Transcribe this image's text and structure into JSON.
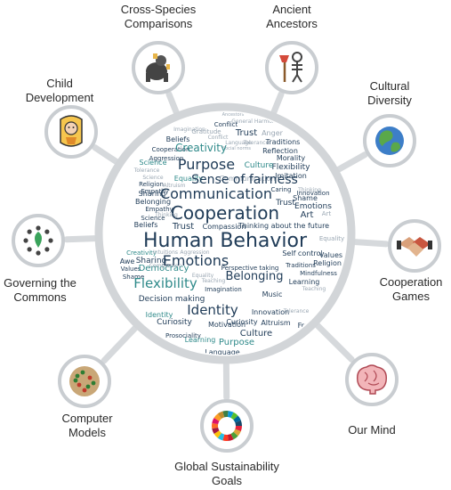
{
  "hub": {
    "center_word": "Human Behavior",
    "words": [
      "Ancestors",
      "General Harmon",
      "Morality",
      "Conflict",
      "Gratitude",
      "Trust",
      "Anger",
      "Imagination",
      "Beliefs",
      "Conflict",
      "Tolerance",
      "Language",
      "Social norms",
      "Traditions",
      "Reflection",
      "Cooperation",
      "Creativity",
      "Aggression",
      "Morality",
      "Flexibility",
      "Science",
      "Culture",
      "Imitation",
      "Tolerance",
      "Purpose",
      "Science",
      "Equality",
      "Communication",
      "Religion",
      "Altruism",
      "Empathy",
      "Sense of fairness",
      "Caring",
      "Thinking",
      "Shame",
      "Innovation",
      "Sharing",
      "Communication",
      "Emotions",
      "Belonging",
      "Cooperation",
      "Trust",
      "Empathy",
      "Art",
      "Thinking",
      "Art",
      "Science",
      "Compassion",
      "Beliefs",
      "Trust",
      "Thinking about the future",
      "Equality",
      "Human Behavior",
      "Creativity",
      "Intuitions",
      "Aggression",
      "Self control",
      "Awe",
      "Emotions",
      "Values",
      "Values",
      "Sharing",
      "Democracy",
      "Traditions",
      "Religion",
      "Shame",
      "Compassion",
      "Perspective taking",
      "Mindfulness",
      "Flexibility",
      "Belonging",
      "Equality",
      "Learning",
      "Teaching",
      "Imagination",
      "Teaching",
      "Decision making",
      "Music",
      "Identity",
      "Identity",
      "Innovation",
      "Curiosity",
      "Tolerance",
      "Curiosity",
      "Motivation",
      "Altruism",
      "Freedom",
      "Prosociality",
      "Culture",
      "Learning",
      "Purpose",
      "Language",
      "Intuitions"
    ]
  },
  "nodes": [
    {
      "label_lines": [
        "Cross-Species",
        "Comparisons"
      ],
      "icon": "gorilla-icon",
      "ring": "#c9cdd1"
    },
    {
      "label_lines": [
        "Ancient",
        "Ancestors"
      ],
      "icon": "skeleton-tools-icon",
      "ring": "#c9cdd1"
    },
    {
      "label_lines": [
        "Cultural",
        "Diversity"
      ],
      "icon": "globe-icon",
      "ring": "#c9cdd1"
    },
    {
      "label_lines": [
        "Cooperation",
        "Games"
      ],
      "icon": "handshake-icon",
      "ring": "#c9cdd1"
    },
    {
      "label_lines": [
        "Our Mind"
      ],
      "icon": "brain-icon",
      "ring": "#c9cdd1"
    },
    {
      "label_lines": [
        "Global Sustainability",
        "Goals"
      ],
      "icon": "sdg-wheel-icon",
      "ring": "#c9cdd1"
    },
    {
      "label_lines": [
        "Computer",
        "Models"
      ],
      "icon": "simulation-map-icon",
      "ring": "#c9cdd1"
    },
    {
      "label_lines": [
        "Governing the",
        "Commons"
      ],
      "icon": "commons-network-icon",
      "ring": "#c9cdd1"
    },
    {
      "label_lines": [
        "Child",
        "Development"
      ],
      "icon": "baby-icon",
      "ring": "#c9cdd1"
    }
  ],
  "colors": {
    "spoke": "#d6d9dc",
    "ring": "#d2d5d8",
    "word_dark": "#1f3b57",
    "word_teal": "#2f8a8a",
    "word_light": "#9aa7b3",
    "node_fill": "#ffffff"
  }
}
